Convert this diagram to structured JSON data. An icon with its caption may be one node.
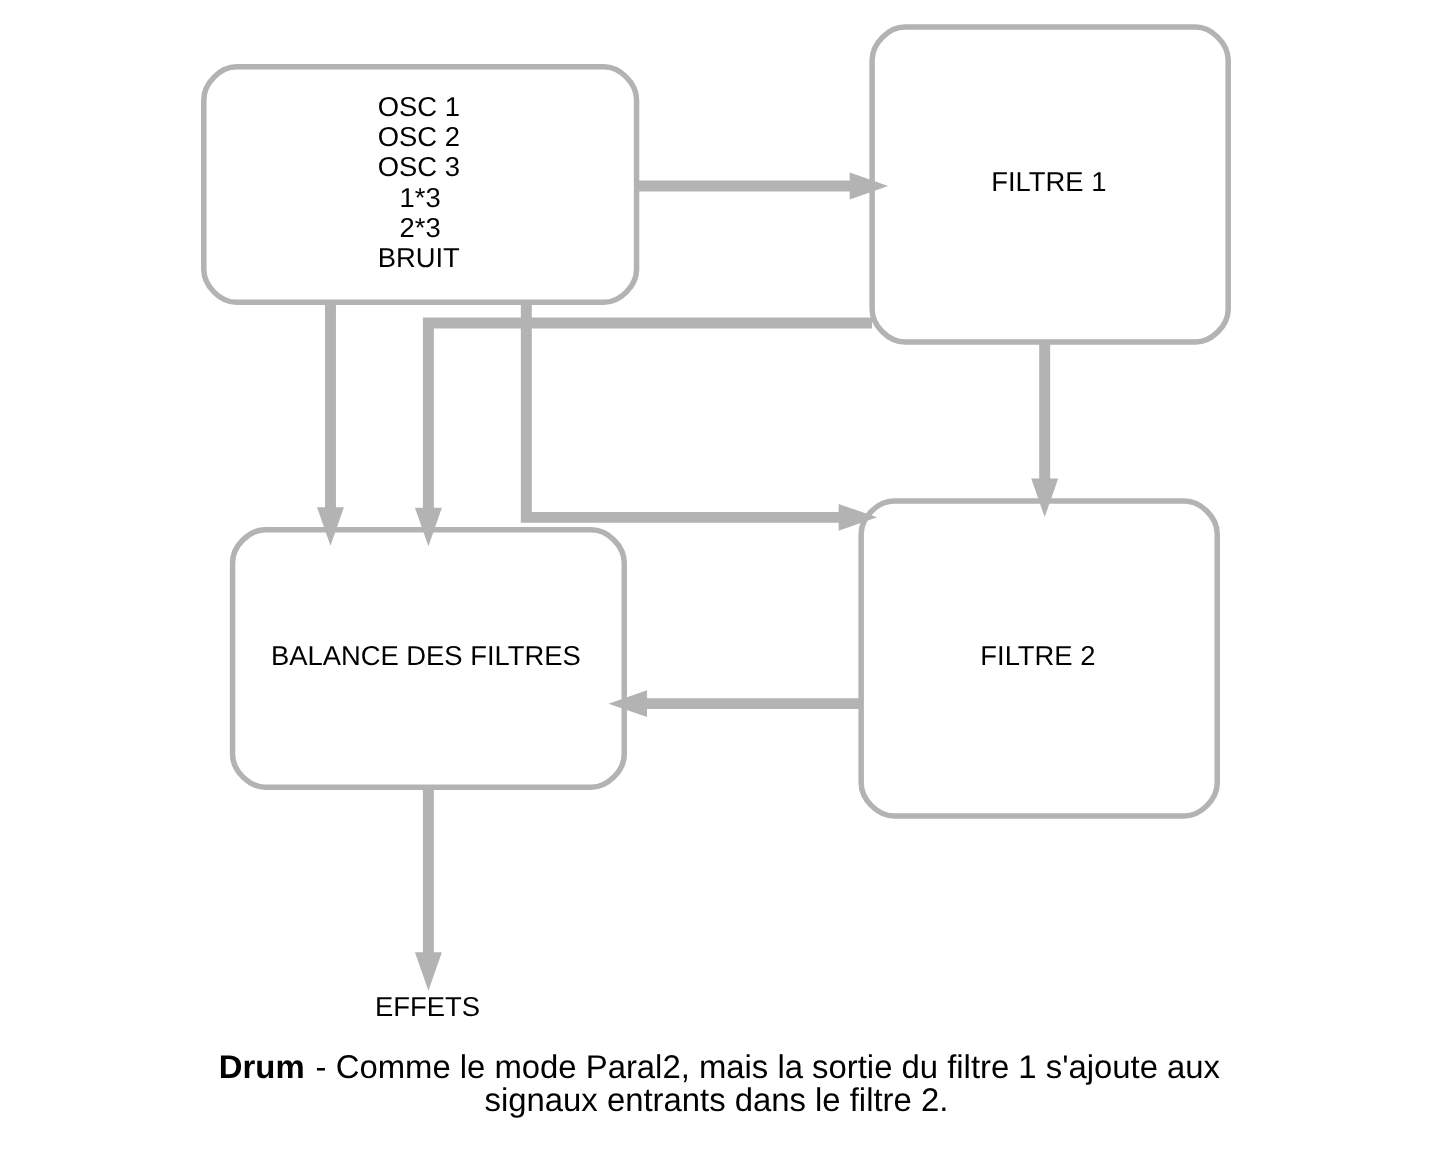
{
  "diagram": {
    "caption": "**Drum** - Comme le mode Paral2, mais la sortie du filtre 1 s'ajoute aux signaux entrants dans le filtre 2.",
    "nodes": [
      {
        "text": [
          "OSC 1",
          "OSC 2",
          "OSC 3",
          "1*3",
          "2*3",
          "BRUIT"
        ]
      },
      {
        "text": [
          "FILTRE 1"
        ]
      },
      {
        "text": [
          "BALANCE DES FILTRES"
        ]
      },
      {
        "text": [
          "FILTRE 2"
        ]
      },
      {
        "text": [
          "EFFETS"
        ]
      }
    ],
    "edges": [
      {
        "from": 0,
        "to": 1,
        "arrow": "to"
      },
      {
        "from": 0,
        "to": 2,
        "arrow": "to"
      },
      {
        "from": 0,
        "to": 3,
        "arrow": "to"
      },
      {
        "from": 1,
        "to": 2,
        "arrow": "to"
      },
      {
        "from": 1,
        "to": 3,
        "arrow": "to"
      },
      {
        "from": 3,
        "to": 2,
        "arrow": "to"
      },
      {
        "from": 2,
        "to": 4,
        "arrow": "to"
      }
    ]
  }
}
